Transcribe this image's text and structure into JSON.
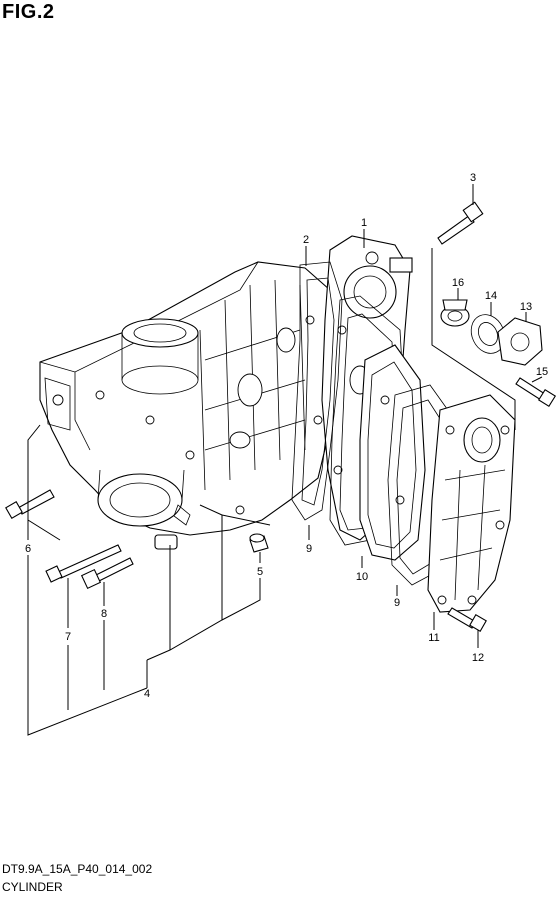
{
  "figure": {
    "title": "FIG.2"
  },
  "footer": {
    "code": "DT9.9A_15A_P40_014_002",
    "caption": "CYLINDER"
  },
  "callouts": [
    {
      "id": "1",
      "label": "1"
    },
    {
      "id": "2",
      "label": "2"
    },
    {
      "id": "3",
      "label": "3"
    },
    {
      "id": "4",
      "label": "4"
    },
    {
      "id": "5",
      "label": "5"
    },
    {
      "id": "6",
      "label": "6"
    },
    {
      "id": "7",
      "label": "7"
    },
    {
      "id": "8",
      "label": "8"
    },
    {
      "id": "9a",
      "label": "9"
    },
    {
      "id": "9b",
      "label": "9"
    },
    {
      "id": "10",
      "label": "10"
    },
    {
      "id": "11",
      "label": "11"
    },
    {
      "id": "12",
      "label": "12"
    },
    {
      "id": "13",
      "label": "13"
    },
    {
      "id": "14",
      "label": "14"
    },
    {
      "id": "15",
      "label": "15"
    },
    {
      "id": "16",
      "label": "16"
    }
  ]
}
